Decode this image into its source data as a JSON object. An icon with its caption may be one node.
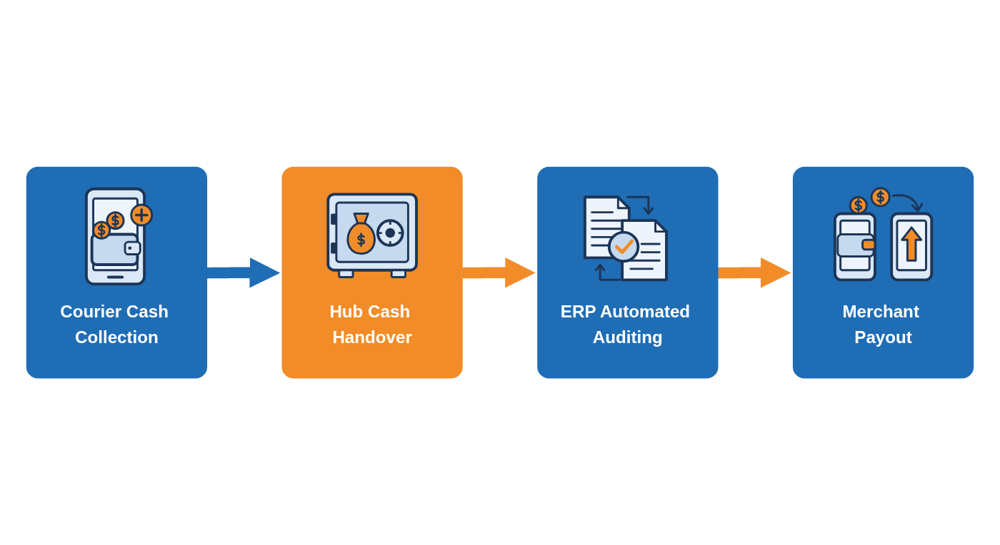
{
  "diagram": {
    "nodes": [
      {
        "text": [
          "Courier Cash Collection"
        ]
      },
      {
        "text": [
          "Hub Cash Handover"
        ]
      },
      {
        "text": [
          "ERP Automated Auditing"
        ]
      },
      {
        "text": [
          "Merchant Payout"
        ]
      }
    ],
    "edges": [
      {
        "from": 0,
        "to": 1,
        "arrow": "to",
        "color": "#1f6db5"
      },
      {
        "from": 1,
        "to": 2,
        "arrow": "to"
      },
      {
        "from": 2,
        "to": 3,
        "arrow": "to"
      }
    ]
  }
}
